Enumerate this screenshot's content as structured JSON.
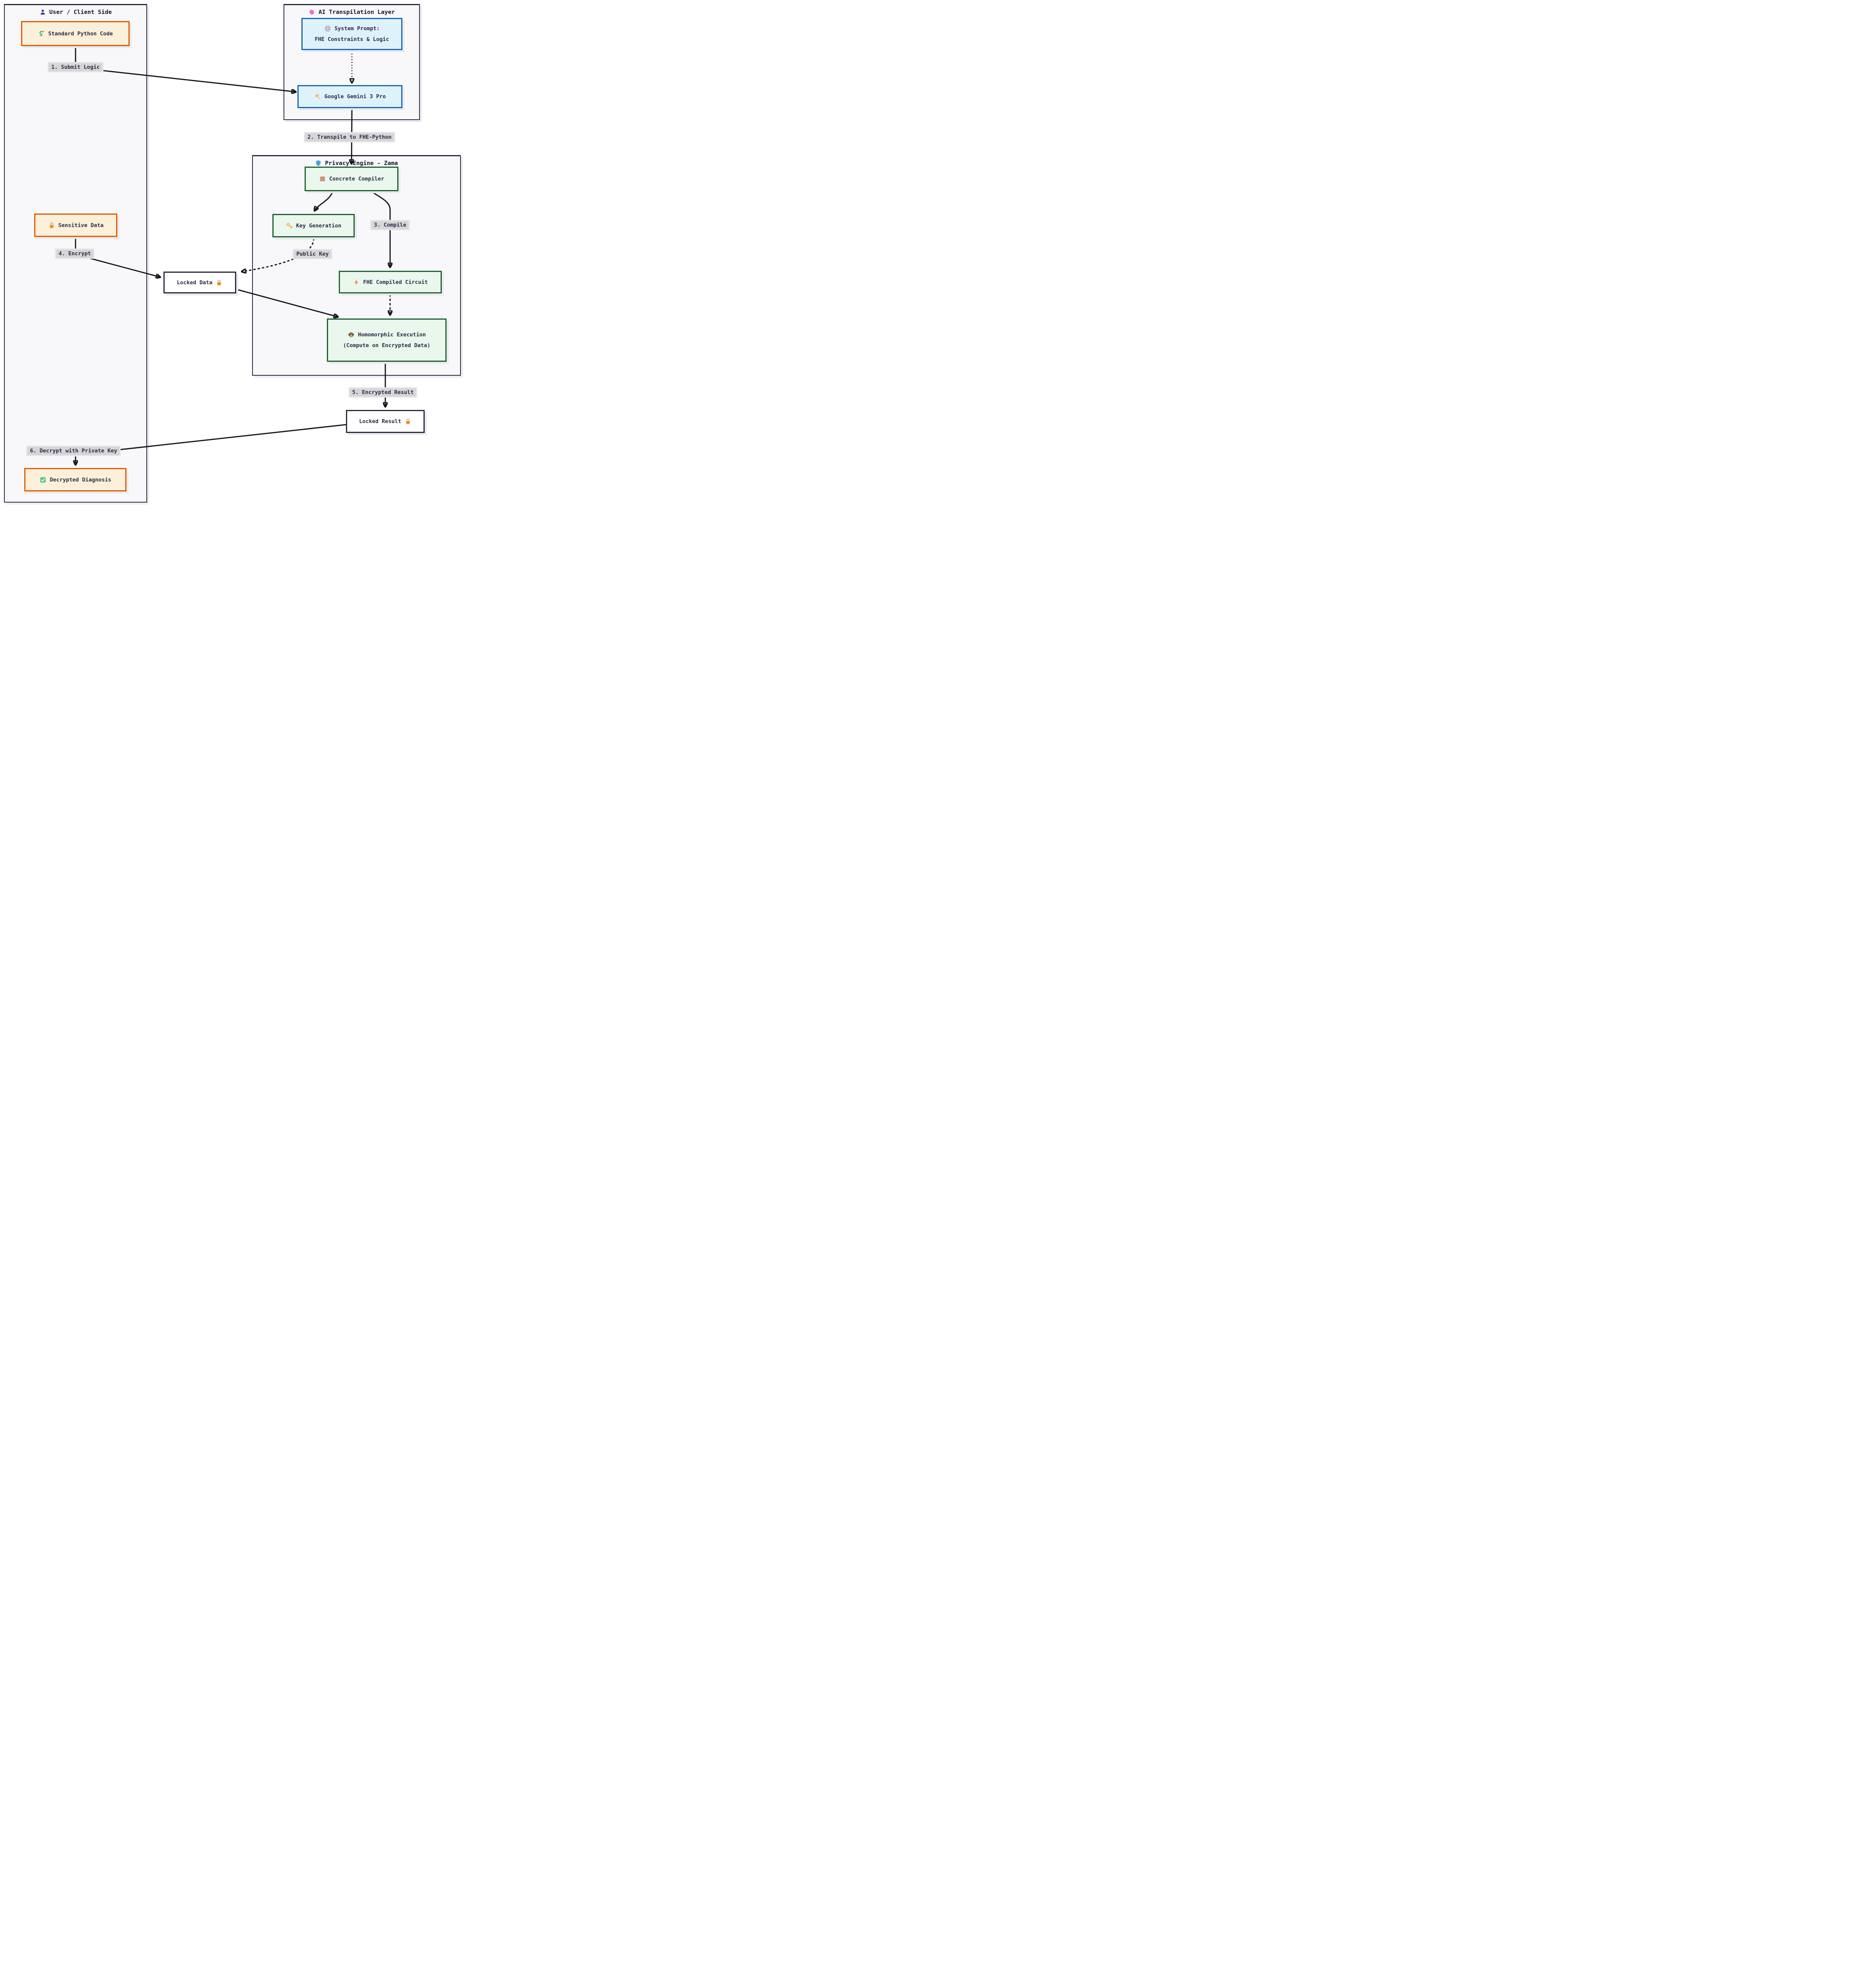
{
  "containers": {
    "user": {
      "title": "User / Client Side",
      "icon": "user-icon"
    },
    "ai": {
      "title": "AI Transpilation Layer",
      "icon": "brain-icon"
    },
    "privacy": {
      "title": "Privacy Engine - Zama",
      "icon": "shield-icon"
    }
  },
  "nodes": {
    "python": {
      "label": "Standard Python Code",
      "icon": "snake-icon"
    },
    "sysprompt": {
      "line1": "System Prompt:",
      "line2": "FHE Constraints & Logic",
      "icon": "gear-icon"
    },
    "gemini": {
      "label": "Google Gemini 3 Pro",
      "icon": "sparkles-icon"
    },
    "concrete": {
      "label": "Concrete Compiler",
      "icon": "brick-icon"
    },
    "keygen": {
      "label": "Key Generation",
      "icon": "key-icon"
    },
    "sensitive": {
      "label": "Sensitive Data",
      "icon": "lock-icon"
    },
    "locked_data": {
      "label": "Locked Data",
      "icon": "lock-icon"
    },
    "fhe_circuit": {
      "label": "FHE Compiled Circuit",
      "icon": "lightning-icon"
    },
    "homomorphic": {
      "line1": "Homomorphic Execution",
      "line2": "(Compute on Encrypted Data)",
      "icon": "monkey-icon"
    },
    "locked_result": {
      "label": "Locked Result",
      "icon": "lock-icon"
    },
    "diagnosis": {
      "label": "Decrypted Diagnosis",
      "icon": "check-icon"
    }
  },
  "edge_labels": {
    "submit_logic": "1. Submit Logic",
    "transpile": "2. Transpile to FHE-Python",
    "compile": "3. Compile",
    "encrypt": "4. Encrypt",
    "public_key": "Public Key",
    "encrypted_result": "5. Encrypted Result",
    "decrypt": "6. Decrypt with Private Key"
  },
  "colors": {
    "orange_border": "#e05a00",
    "orange_fill": "#fdf0da",
    "blue_border": "#1768b0",
    "blue_fill": "#def2fc",
    "green_border": "#1d6330",
    "green_fill": "#eaf7ec",
    "navy_border": "#262a40",
    "container_fill": "#f8f8fa",
    "edge_label_bg": "#d6d6d8",
    "text": "#2b2d45",
    "edge_stroke": "#16161a"
  }
}
